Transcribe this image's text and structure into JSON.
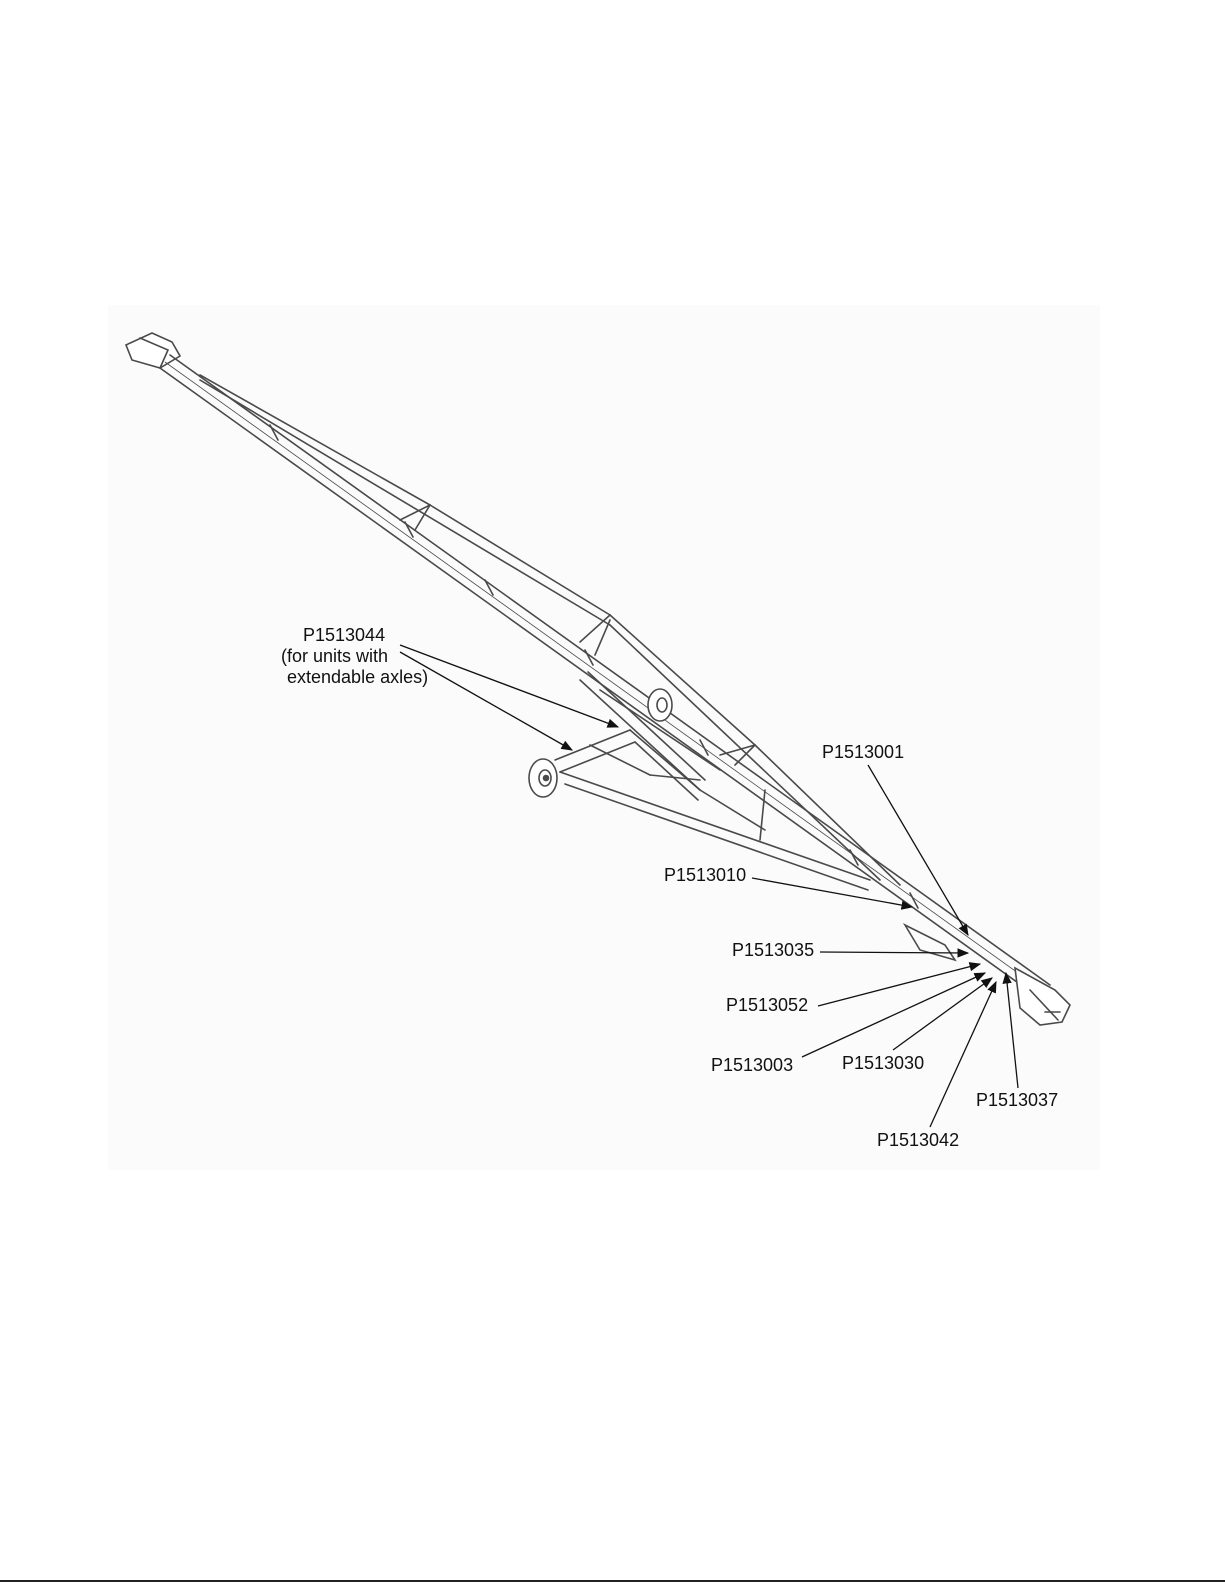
{
  "diagram": {
    "callouts": [
      {
        "id": "p1513044",
        "part": "P1513044",
        "note_line1": "(for units with",
        "note_line2": "extendable axles)"
      },
      {
        "id": "p1513001",
        "part": "P1513001"
      },
      {
        "id": "p1513010",
        "part": "P1513010"
      },
      {
        "id": "p1513035",
        "part": "P1513035"
      },
      {
        "id": "p1513052",
        "part": "P1513052"
      },
      {
        "id": "p1513003",
        "part": "P1513003"
      },
      {
        "id": "p1513030",
        "part": "P1513030"
      },
      {
        "id": "p1513037",
        "part": "P1513037"
      },
      {
        "id": "p1513042",
        "part": "P1513042"
      }
    ]
  },
  "colors": {
    "line": "#4a4a4a",
    "ink": "#111111",
    "panel": "#fbfbfb"
  }
}
